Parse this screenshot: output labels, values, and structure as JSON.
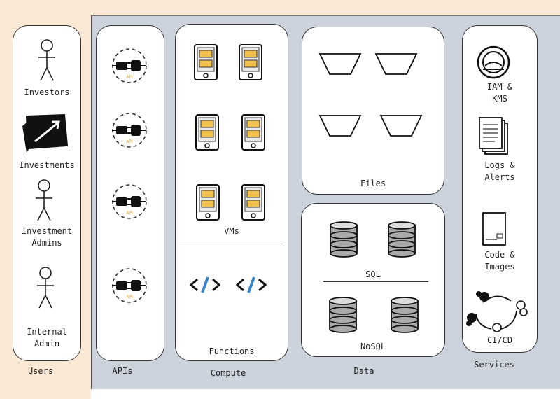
{
  "groups": {
    "users": "Users",
    "apis": "APIs",
    "compute": "Compute",
    "data": "Data",
    "services": "Services"
  },
  "users": [
    {
      "label": "Investors",
      "icon": "stick-figure-icon"
    },
    {
      "label": "Investments",
      "icon": "chart-arrow-icon"
    },
    {
      "label": "Investment\nAdmins",
      "icon": "stick-figure-icon"
    },
    {
      "label": "Internal\nAdmin",
      "icon": "stick-figure-icon"
    }
  ],
  "apis": [
    {
      "icon": "api-plug-icon",
      "text": "API"
    },
    {
      "icon": "api-plug-icon",
      "text": "API"
    },
    {
      "icon": "api-plug-icon",
      "text": "API"
    },
    {
      "icon": "api-plug-icon",
      "text": "API"
    }
  ],
  "compute": {
    "vms_label": "VMs",
    "functions_label": "Functions",
    "vm_icons": 6,
    "function_icons": 2
  },
  "data": {
    "files_label": "Files",
    "sql_label": "SQL",
    "nosql_label": "NoSQL"
  },
  "services": [
    {
      "label": "IAM &\nKMS",
      "icon": "lock-icon"
    },
    {
      "label": "Logs &\nAlerts",
      "icon": "documents-icon"
    },
    {
      "label": "Code &\nImages",
      "icon": "code-image-icon"
    },
    {
      "label": "CI/CD",
      "icon": "cicd-cycle-icon"
    }
  ],
  "colors": {
    "side_bg": "#fbe9d6",
    "main_bg": "#cdd3dd",
    "vm_accent": "#f2c14e",
    "function_accent": "#3a86c8"
  }
}
